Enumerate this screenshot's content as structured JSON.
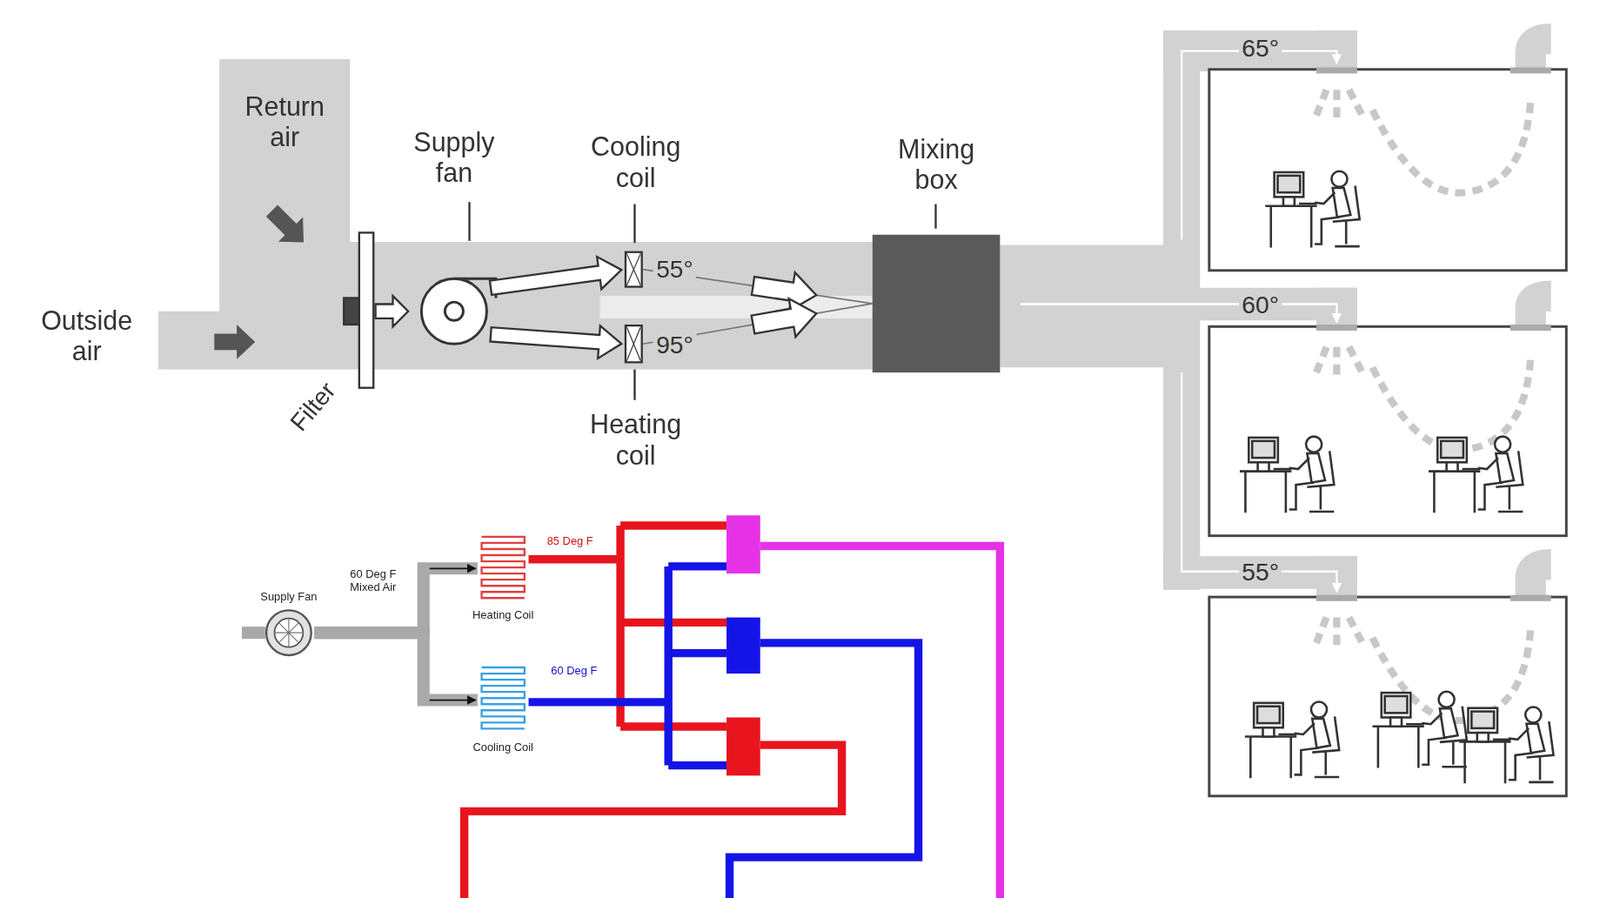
{
  "diagram": {
    "nodes": [
      {
        "text": [
          "Supply fan"
        ]
      },
      {
        "text": [
          "Cooling coil",
          "55°"
        ]
      },
      {
        "text": [
          "Heating coil",
          "95°"
        ]
      },
      {
        "text": [
          "Mixing box"
        ]
      },
      {
        "text": [
          "Supply Fan"
        ]
      },
      {
        "text": [
          "Heating Coil"
        ]
      },
      {
        "text": [
          "Cooling Coil"
        ]
      }
    ],
    "edges": [
      {
        "from": 0,
        "to": 1,
        "arrow": "to"
      },
      {
        "from": 0,
        "to": 2,
        "arrow": "to"
      },
      {
        "from": 1,
        "to": 3,
        "arrow": "to"
      },
      {
        "from": 2,
        "to": 3,
        "arrow": "to"
      },
      {
        "from": 4,
        "to": 5,
        "arrow": "to"
      },
      {
        "from": 4,
        "to": 6,
        "arrow": "to"
      }
    ],
    "labels": [
      "Return air",
      "Outside air",
      "Filter",
      "65°",
      "60°",
      "55°",
      "60 Deg F Mixed Air",
      "85 Deg F",
      "60 Deg F"
    ]
  }
}
